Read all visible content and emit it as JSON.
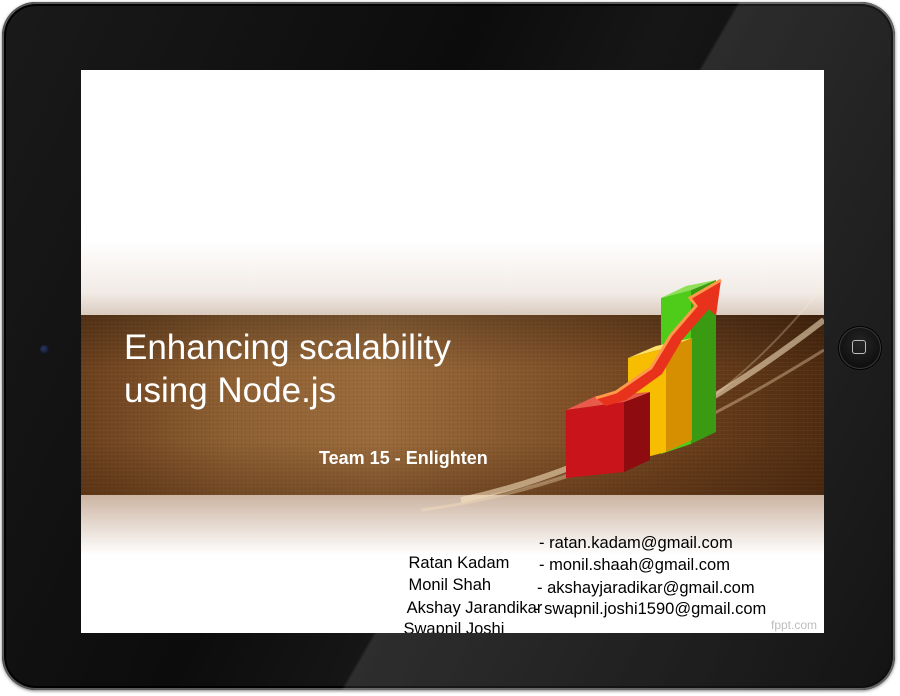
{
  "slide": {
    "title_lines": [
      "Enhancing scalability",
      "using Node.js"
    ],
    "team": "Team 15 - Enlighten",
    "members": [
      {
        "name": "Ratan Kadam",
        "email": "- ratan.kadam@gmail.com"
      },
      {
        "name": "Monil Shah",
        "email": "- monil.shaah@gmail.com"
      },
      {
        "name": "Akshay Jarandikar",
        "email": "- akshayjaradikar@gmail.com"
      },
      {
        "name": "Swapnil Joshi",
        "email": "- swapnil.joshi1590@gmail.com"
      }
    ],
    "watermark": "fppt.com"
  },
  "graphic": {
    "icon": "bar-chart-arrow-icon",
    "bar_colors": [
      "#c8141a",
      "#f6b900",
      "#48c21a"
    ],
    "arrow_color": "#e8321c"
  },
  "colors": {
    "band": "#8d5f32",
    "bezel": "#0c0c0c"
  }
}
